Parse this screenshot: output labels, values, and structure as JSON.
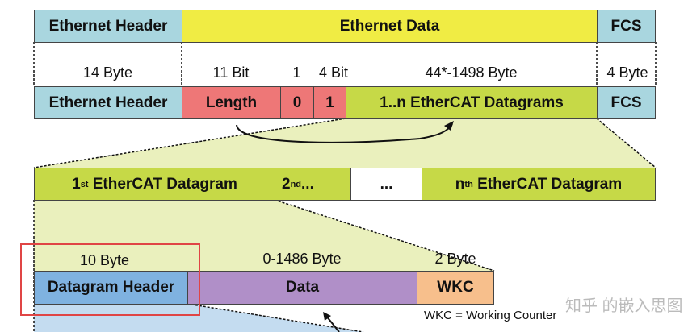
{
  "frame_row": {
    "header": "Ethernet Header",
    "data": "Ethernet Data",
    "fcs": "FCS"
  },
  "sizes_row": {
    "header": "14 Byte",
    "length": "11 Bit",
    "reserved": "1",
    "type": "4 Bit",
    "datagrams": "44*-1498 Byte",
    "fcs": "4 Byte"
  },
  "ethercat_row": {
    "header": "Ethernet Header",
    "length": "Length",
    "reserved": "0",
    "type": "1",
    "datagrams": "1..n EtherCAT Datagrams",
    "fcs": "FCS"
  },
  "datagrams_row": {
    "first_num": "1",
    "first_sup": "st",
    "first_text": " EtherCAT Datagram",
    "second_num": "2",
    "second_sup": "nd",
    "second_text": "...",
    "ellipsis": "...",
    "nth_num": "n",
    "nth_sup": "th",
    "nth_text": " EtherCAT Datagram"
  },
  "datagram_sizes": {
    "header": "10 Byte",
    "data": "0-1486 Byte",
    "wkc": "2 Byte"
  },
  "datagram_row": {
    "header": "Datagram Header",
    "data": "Data",
    "wkc": "WKC"
  },
  "legend": "WKC = Working Counter",
  "watermark": "知乎 的嵌入思图",
  "colors": {
    "blue": "#a9d6df",
    "yellow": "#f0ec44",
    "red": "#ee7777",
    "green": "#c6d947",
    "light_green": "#e8efb8",
    "datagram_header": "#7fb2e0",
    "data": "#b08fc8",
    "wkc": "#f7bf8c",
    "highlight": "#e04545"
  }
}
